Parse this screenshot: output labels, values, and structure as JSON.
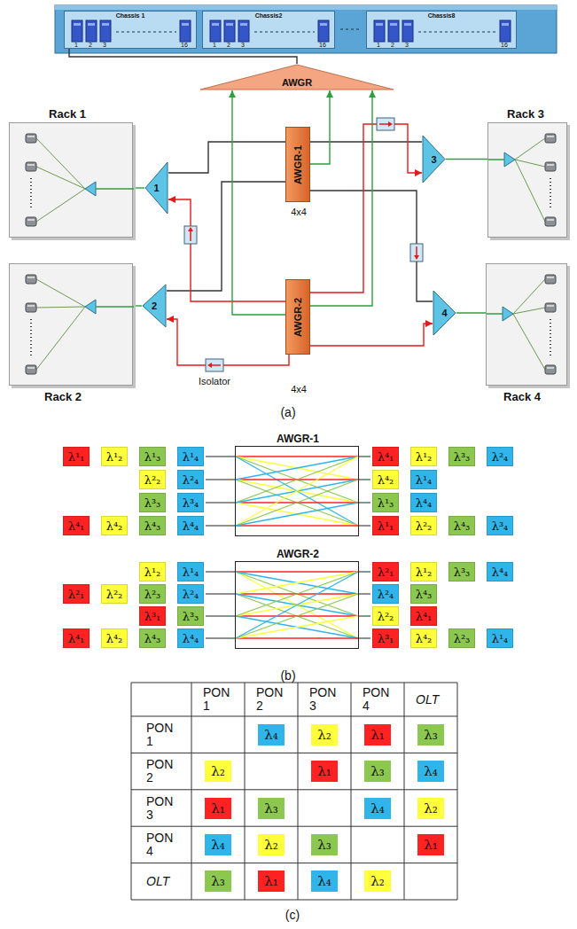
{
  "diagram": {
    "nodes": [
      {
        "text": [
          "Chassis 1"
        ]
      },
      {
        "text": [
          "Chassis2"
        ]
      },
      {
        "text": [
          "Chassis8"
        ]
      },
      {
        "text": [
          "AWGR"
        ]
      },
      {
        "text": [
          "Rack 1"
        ]
      },
      {
        "text": [
          "1"
        ]
      },
      {
        "text": [
          "AWGR-1",
          "4x4"
        ]
      },
      {
        "text": [
          "3"
        ]
      },
      {
        "text": [
          "Rack 3"
        ]
      },
      {
        "text": [
          "Rack 2"
        ]
      },
      {
        "text": [
          "2"
        ]
      },
      {
        "text": [
          "AWGR-2",
          "4x4"
        ]
      },
      {
        "text": [
          "4"
        ]
      },
      {
        "text": [
          "Rack 4"
        ]
      },
      {
        "text": [
          "AWGR-1"
        ]
      },
      {
        "text": [
          "AWGR-2"
        ]
      }
    ],
    "edges": [
      {
        "from": 0,
        "to": 3,
        "arrow": "none"
      },
      {
        "from": 4,
        "to": 5,
        "arrow": "none"
      },
      {
        "from": 9,
        "to": 10,
        "arrow": "none"
      },
      {
        "from": 8,
        "to": 7,
        "arrow": "none"
      },
      {
        "from": 13,
        "to": 12,
        "arrow": "none"
      },
      {
        "from": 5,
        "to": 6,
        "arrow": "none"
      },
      {
        "from": 10,
        "to": 6,
        "arrow": "none"
      },
      {
        "from": 6,
        "to": 7,
        "arrow": "none"
      },
      {
        "from": 6,
        "to": 12,
        "arrow": "none"
      },
      {
        "from": 11,
        "to": 5,
        "arrow": "to"
      },
      {
        "from": 11,
        "to": 10,
        "arrow": "to"
      },
      {
        "from": 11,
        "to": 7,
        "arrow": "to"
      },
      {
        "from": 11,
        "to": 12,
        "arrow": "to"
      },
      {
        "from": 6,
        "to": 3,
        "arrow": "to"
      },
      {
        "from": 11,
        "to": 3,
        "arrow": "to"
      },
      {
        "from": 11,
        "to": 3,
        "arrow": "to"
      }
    ],
    "labels": [
      "1",
      "2",
      "3",
      "16",
      "1",
      "2",
      "3",
      "16",
      "1",
      "2",
      "3",
      "16",
      "Isolator",
      "(a)",
      "λ¹₁",
      "λ¹₂",
      "λ¹₃",
      "λ¹₄",
      "λ²₂",
      "λ²₄",
      "λ³₃",
      "λ³₄",
      "λ⁴₁",
      "λ⁴₂",
      "λ⁴₃",
      "λ⁴₄",
      "λ⁴₁",
      "λ¹₂",
      "λ³₃",
      "λ²₄",
      "λ⁴₂",
      "λ¹₄",
      "λ¹₃",
      "λ⁴₄",
      "λ¹₁",
      "λ²₂",
      "λ⁴₃",
      "λ³₄",
      "λ¹₂",
      "λ¹₄",
      "λ²₁",
      "λ²₂",
      "λ²₃",
      "λ²₄",
      "λ³₁",
      "λ³₃",
      "λ⁴₁",
      "λ⁴₂",
      "λ⁴₃",
      "λ⁴₄",
      "λ²₁",
      "λ¹₂",
      "λ³₃",
      "λ⁴₄",
      "λ²₄",
      "λ⁴₃",
      "λ²₂",
      "λ⁴₁",
      "λ³₁",
      "λ⁴₂",
      "λ²₃",
      "λ¹₄",
      "(b)",
      "PON 1",
      "PON 2",
      "PON 3",
      "PON 4",
      "OLT",
      "PON 1",
      "λ₄",
      "λ₂",
      "λ₁",
      "λ₃",
      "PON 2",
      "λ₂",
      "λ₁",
      "λ₃",
      "λ₄",
      "PON 3",
      "λ₁",
      "λ₃",
      "λ₄",
      "λ₂",
      "PON 4",
      "λ₄",
      "λ₂",
      "λ₃",
      "λ₁",
      "OLT",
      "λ₃",
      "λ₁",
      "λ₄",
      "λ₂",
      "(c)"
    ]
  }
}
